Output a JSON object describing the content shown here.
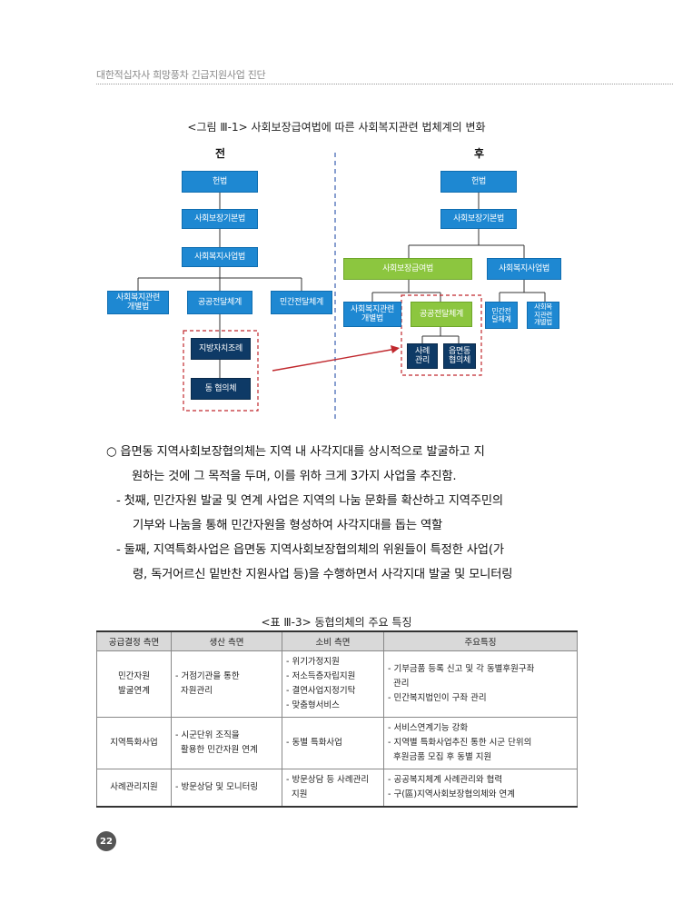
{
  "header": {
    "running_title": "대한적십자사 희망풍차 긴급지원사업 진단"
  },
  "figure": {
    "caption": "<그림 Ⅲ-1> 사회보장급여법에 따른 사회복지관련 법체계의 변화",
    "before_label": "전",
    "after_label": "후",
    "before": {
      "constitution": "헌법",
      "basic_law": "사회보장기본법",
      "welfare_law": "사회복지사업법",
      "individual_laws": "사회복지관련\n개별법",
      "delivery": "공공전달체계",
      "private_delivery": "민간전달체계",
      "ordinance": "지방자치조례",
      "council": "동 협의체"
    },
    "after": {
      "constitution": "헌법",
      "basic_law": "사회보장기본법",
      "benefit_law": "사회보장급여법",
      "welfare_law": "사회복지사업법",
      "individual_laws": "사회복지관련\n개별법",
      "delivery": "공공전달체계",
      "private_delivery": "민간전\n달체계",
      "welfare_individual": "사회복\n지관련\n개별법",
      "case_mgmt": "사례\n관리",
      "emd_council": "읍면동\n협의체"
    }
  },
  "paragraphs": [
    {
      "lines": [
        "○ 읍면동 지역사회보장협의체는 지역 내 사각지대를 상시적으로 발굴하고 지",
        "원하는 것에 그 목적을 두며, 이를 위하 크게 3가지 사업을 추진함."
      ]
    },
    {
      "lines": [
        "- 첫째, 민간자원 발굴 및 연계 사업은 지역의 나눔 문화를 확산하고 지역주민의",
        "기부와 나눔을 통해 민간자원을 형성하여 사각지대를 돕는 역할"
      ]
    },
    {
      "lines": [
        "- 둘째, 지역특화사업은 읍면동 지역사회보장협의체의 위원들이 특정한 사업(가",
        "령, 독거어르신 밑반찬 지원사업 등)을 수행하면서 사각지대 발굴 및 모니터링"
      ]
    }
  ],
  "table": {
    "caption": "<표 Ⅲ-3> 동협의체의 주요 특징",
    "headers": [
      "공급결정 측면",
      "생산 측면",
      "소비 측면",
      "주요특징"
    ],
    "rows": [
      {
        "c1": "민간자원\n발굴연계",
        "c2": [
          "- 거점기관을 통한",
          "  자원관리"
        ],
        "c3": [
          "- 위기가정지원",
          "- 저소득층자립지원",
          "- 결연사업지정기탁",
          "- 맞춤형서비스"
        ],
        "c4": [
          "- 기부금품 등록 신고 및 각 동별후원구좌",
          "  관리",
          "- 민간복지법인이 구좌 관리"
        ]
      },
      {
        "c1": "지역특화사업",
        "c2": [
          "- 시군단위 조직을",
          "  활용한 민간자원 연계"
        ],
        "c3": [
          "- 동별 특화사업"
        ],
        "c4": [
          "- 서비스연계기능 강화",
          "- 지역별 특화사업추진 통한 시군 단위의",
          "  후원금품 모집 후 동별 지원"
        ]
      },
      {
        "c1": "사례관리지원",
        "c2": [
          "- 방문상담 및 모니터링"
        ],
        "c3": [
          "- 방문상담 등 사례관리",
          "  지원"
        ],
        "c4": [
          "- 공공복지체계 사례관리와 협력",
          "- 구(區)지역사회보장협의체와 연계"
        ]
      }
    ]
  },
  "footer": {
    "page_number": "22"
  },
  "colors": {
    "box_blue": "#1e88d2",
    "box_dark": "#0e3a66",
    "box_green": "#8cc63f",
    "highlight_dash": "#c0282d",
    "divider_dash": "#3a5fb0"
  }
}
